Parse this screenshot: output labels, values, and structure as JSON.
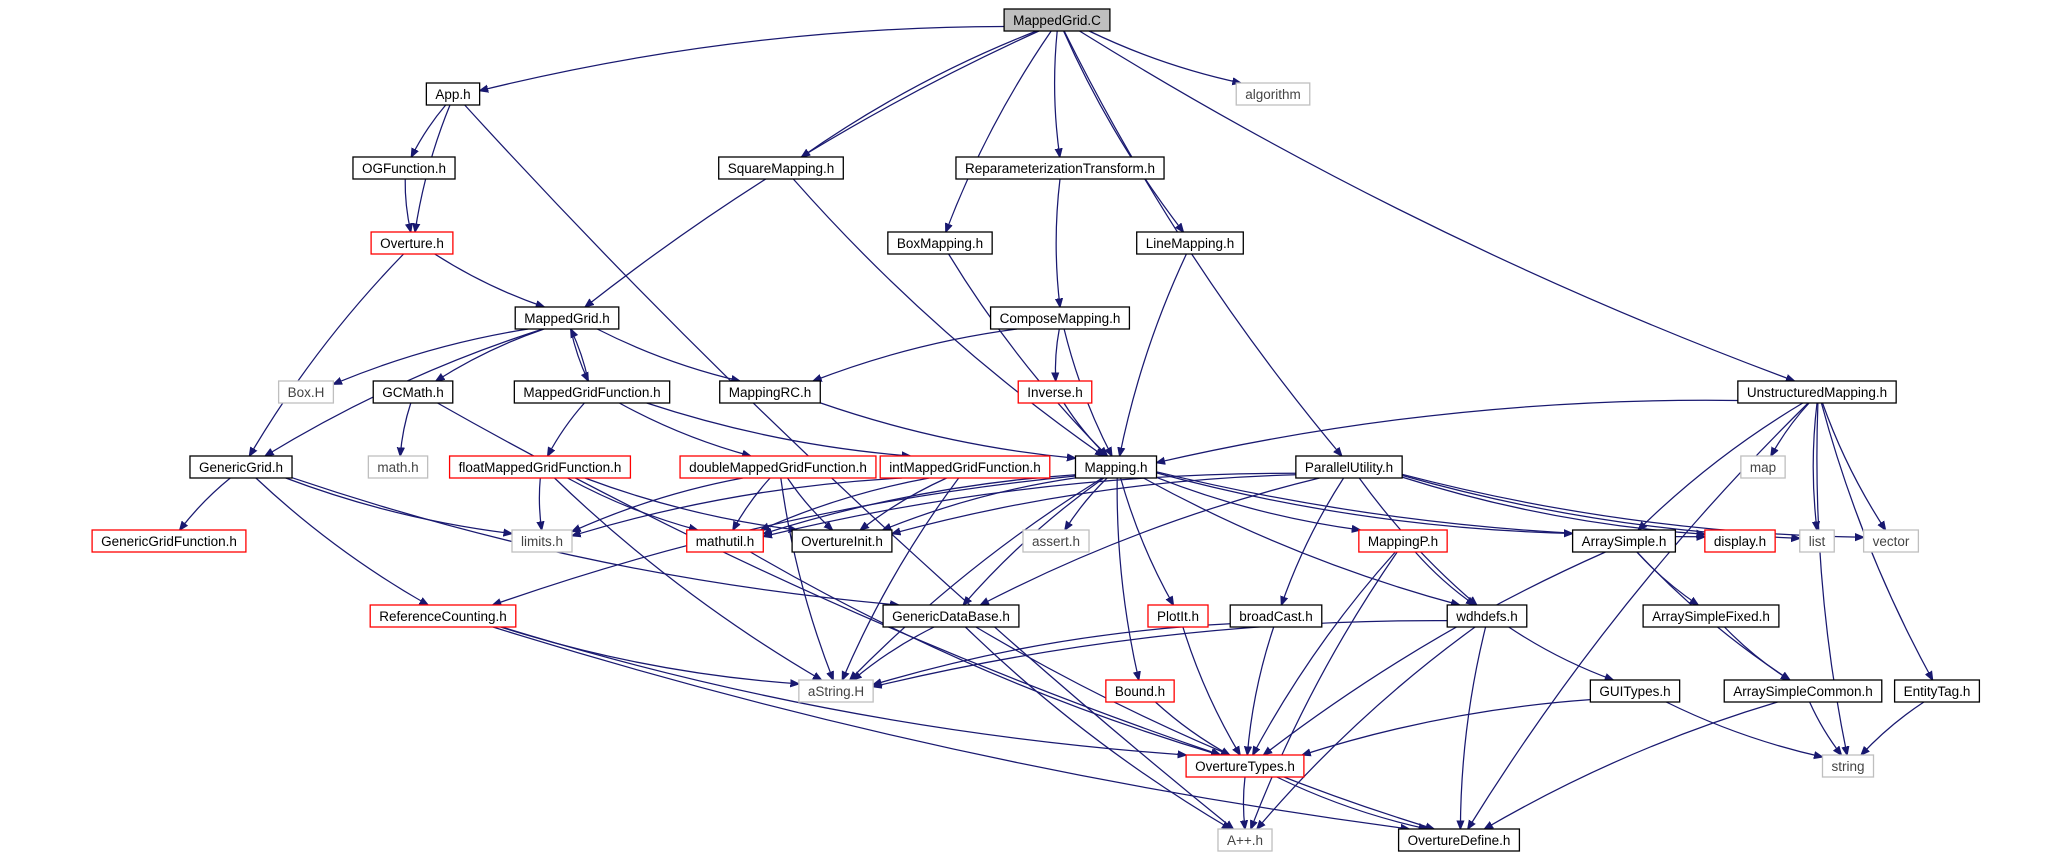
{
  "graph": {
    "kind": "include-dependency-graph",
    "edge_color": "#191970",
    "nodes": [
      {
        "id": "MappedGrid.C",
        "label": "MappedGrid.C",
        "style": "root",
        "interactable": false
      },
      {
        "id": "App.h",
        "label": "App.h",
        "style": "black",
        "interactable": true
      },
      {
        "id": "algorithm",
        "label": "algorithm",
        "style": "grey",
        "interactable": false
      },
      {
        "id": "OGFunction.h",
        "label": "OGFunction.h",
        "style": "black",
        "interactable": true
      },
      {
        "id": "SquareMapping.h",
        "label": "SquareMapping.h",
        "style": "black",
        "interactable": true
      },
      {
        "id": "ReparameterizationTransform.h",
        "label": "ReparameterizationTransform.h",
        "style": "black",
        "interactable": true
      },
      {
        "id": "Overture.h",
        "label": "Overture.h",
        "style": "red",
        "interactable": true
      },
      {
        "id": "BoxMapping.h",
        "label": "BoxMapping.h",
        "style": "black",
        "interactable": true
      },
      {
        "id": "LineMapping.h",
        "label": "LineMapping.h",
        "style": "black",
        "interactable": true
      },
      {
        "id": "MappedGrid.h",
        "label": "MappedGrid.h",
        "style": "black",
        "interactable": true
      },
      {
        "id": "ComposeMapping.h",
        "label": "ComposeMapping.h",
        "style": "black",
        "interactable": true
      },
      {
        "id": "Box.H",
        "label": "Box.H",
        "style": "grey",
        "interactable": false
      },
      {
        "id": "GCMath.h",
        "label": "GCMath.h",
        "style": "black",
        "interactable": true
      },
      {
        "id": "MappedGridFunction.h",
        "label": "MappedGridFunction.h",
        "style": "black",
        "interactable": true
      },
      {
        "id": "MappingRC.h",
        "label": "MappingRC.h",
        "style": "black",
        "interactable": true
      },
      {
        "id": "Inverse.h",
        "label": "Inverse.h",
        "style": "red",
        "interactable": true
      },
      {
        "id": "UnstructuredMapping.h",
        "label": "UnstructuredMapping.h",
        "style": "black",
        "interactable": true
      },
      {
        "id": "GenericGrid.h",
        "label": "GenericGrid.h",
        "style": "black",
        "interactable": true
      },
      {
        "id": "math.h",
        "label": "math.h",
        "style": "grey",
        "interactable": false
      },
      {
        "id": "floatMappedGridFunction.h",
        "label": "floatMappedGridFunction.h",
        "style": "red",
        "interactable": true
      },
      {
        "id": "doubleMappedGridFunction.h",
        "label": "doubleMappedGridFunction.h",
        "style": "red",
        "interactable": true
      },
      {
        "id": "intMappedGridFunction.h",
        "label": "intMappedGridFunction.h",
        "style": "red",
        "interactable": true
      },
      {
        "id": "Mapping.h",
        "label": "Mapping.h",
        "style": "black",
        "interactable": true
      },
      {
        "id": "ParallelUtility.h",
        "label": "ParallelUtility.h",
        "style": "black",
        "interactable": true
      },
      {
        "id": "map",
        "label": "map",
        "style": "grey",
        "interactable": false
      },
      {
        "id": "GenericGridFunction.h",
        "label": "GenericGridFunction.h",
        "style": "red",
        "interactable": true
      },
      {
        "id": "limits.h",
        "label": "limits.h",
        "style": "grey",
        "interactable": false
      },
      {
        "id": "mathutil.h",
        "label": "mathutil.h",
        "style": "red",
        "interactable": true
      },
      {
        "id": "OvertureInit.h",
        "label": "OvertureInit.h",
        "style": "black",
        "interactable": true
      },
      {
        "id": "assert.h",
        "label": "assert.h",
        "style": "grey",
        "interactable": false
      },
      {
        "id": "MappingP.h",
        "label": "MappingP.h",
        "style": "red",
        "interactable": true
      },
      {
        "id": "ArraySimple.h",
        "label": "ArraySimple.h",
        "style": "black",
        "interactable": true
      },
      {
        "id": "display.h",
        "label": "display.h",
        "style": "red",
        "interactable": true
      },
      {
        "id": "list",
        "label": "list",
        "style": "grey",
        "interactable": false
      },
      {
        "id": "vector",
        "label": "vector",
        "style": "grey",
        "interactable": false
      },
      {
        "id": "ReferenceCounting.h",
        "label": "ReferenceCounting.h",
        "style": "red",
        "interactable": true
      },
      {
        "id": "GenericDataBase.h",
        "label": "GenericDataBase.h",
        "style": "black",
        "interactable": true
      },
      {
        "id": "PlotIt.h",
        "label": "PlotIt.h",
        "style": "red",
        "interactable": true
      },
      {
        "id": "broadCast.h",
        "label": "broadCast.h",
        "style": "black",
        "interactable": true
      },
      {
        "id": "wdhdefs.h",
        "label": "wdhdefs.h",
        "style": "black",
        "interactable": true
      },
      {
        "id": "ArraySimpleFixed.h",
        "label": "ArraySimpleFixed.h",
        "style": "black",
        "interactable": true
      },
      {
        "id": "aString.H",
        "label": "aString.H",
        "style": "grey",
        "interactable": false
      },
      {
        "id": "Bound.h",
        "label": "Bound.h",
        "style": "red",
        "interactable": true
      },
      {
        "id": "GUITypes.h",
        "label": "GUITypes.h",
        "style": "black",
        "interactable": true
      },
      {
        "id": "ArraySimpleCommon.h",
        "label": "ArraySimpleCommon.h",
        "style": "black",
        "interactable": true
      },
      {
        "id": "EntityTag.h",
        "label": "EntityTag.h",
        "style": "black",
        "interactable": true
      },
      {
        "id": "OvertureTypes.h",
        "label": "OvertureTypes.h",
        "style": "red",
        "interactable": true
      },
      {
        "id": "string",
        "label": "string",
        "style": "grey",
        "interactable": false
      },
      {
        "id": "A++.h",
        "label": "A++.h",
        "style": "grey",
        "interactable": false
      },
      {
        "id": "OvertureDefine.h",
        "label": "OvertureDefine.h",
        "style": "black",
        "interactable": true
      }
    ],
    "edges": [
      [
        "MappedGrid.C",
        "App.h"
      ],
      [
        "MappedGrid.C",
        "MappedGrid.h"
      ],
      [
        "MappedGrid.C",
        "SquareMapping.h"
      ],
      [
        "MappedGrid.C",
        "BoxMapping.h"
      ],
      [
        "MappedGrid.C",
        "ReparameterizationTransform.h"
      ],
      [
        "MappedGrid.C",
        "LineMapping.h"
      ],
      [
        "MappedGrid.C",
        "algorithm"
      ],
      [
        "MappedGrid.C",
        "ParallelUtility.h"
      ],
      [
        "MappedGrid.C",
        "UnstructuredMapping.h"
      ],
      [
        "App.h",
        "OGFunction.h"
      ],
      [
        "App.h",
        "Overture.h"
      ],
      [
        "App.h",
        "A++.h"
      ],
      [
        "OGFunction.h",
        "Overture.h"
      ],
      [
        "Overture.h",
        "MappedGrid.h"
      ],
      [
        "Overture.h",
        "GenericGrid.h"
      ],
      [
        "SquareMapping.h",
        "Mapping.h"
      ],
      [
        "BoxMapping.h",
        "Mapping.h"
      ],
      [
        "LineMapping.h",
        "Mapping.h"
      ],
      [
        "ReparameterizationTransform.h",
        "ComposeMapping.h"
      ],
      [
        "ComposeMapping.h",
        "Inverse.h"
      ],
      [
        "ComposeMapping.h",
        "Mapping.h"
      ],
      [
        "ComposeMapping.h",
        "MappingRC.h"
      ],
      [
        "Inverse.h",
        "Mapping.h"
      ],
      [
        "MappedGrid.h",
        "Box.H"
      ],
      [
        "MappedGrid.h",
        "GCMath.h"
      ],
      [
        "MappedGrid.h",
        "MappedGridFunction.h"
      ],
      [
        "MappedGrid.h",
        "MappingRC.h"
      ],
      [
        "MappedGrid.h",
        "GenericGrid.h"
      ],
      [
        "MappedGridFunction.h",
        "MappedGrid.h"
      ],
      [
        "MappedGridFunction.h",
        "floatMappedGridFunction.h"
      ],
      [
        "MappedGridFunction.h",
        "doubleMappedGridFunction.h"
      ],
      [
        "MappedGridFunction.h",
        "intMappedGridFunction.h"
      ],
      [
        "MappingRC.h",
        "Mapping.h"
      ],
      [
        "GCMath.h",
        "math.h"
      ],
      [
        "GCMath.h",
        "OvertureTypes.h"
      ],
      [
        "GenericGrid.h",
        "GenericGridFunction.h"
      ],
      [
        "GenericGrid.h",
        "limits.h"
      ],
      [
        "GenericGrid.h",
        "ReferenceCounting.h"
      ],
      [
        "GenericGrid.h",
        "GenericDataBase.h"
      ],
      [
        "floatMappedGridFunction.h",
        "limits.h"
      ],
      [
        "floatMappedGridFunction.h",
        "mathutil.h"
      ],
      [
        "floatMappedGridFunction.h",
        "OvertureInit.h"
      ],
      [
        "floatMappedGridFunction.h",
        "aString.H"
      ],
      [
        "doubleMappedGridFunction.h",
        "limits.h"
      ],
      [
        "doubleMappedGridFunction.h",
        "mathutil.h"
      ],
      [
        "doubleMappedGridFunction.h",
        "OvertureInit.h"
      ],
      [
        "doubleMappedGridFunction.h",
        "aString.H"
      ],
      [
        "intMappedGridFunction.h",
        "limits.h"
      ],
      [
        "intMappedGridFunction.h",
        "mathutil.h"
      ],
      [
        "intMappedGridFunction.h",
        "OvertureInit.h"
      ],
      [
        "intMappedGridFunction.h",
        "aString.H"
      ],
      [
        "Mapping.h",
        "mathutil.h"
      ],
      [
        "Mapping.h",
        "OvertureInit.h"
      ],
      [
        "Mapping.h",
        "assert.h"
      ],
      [
        "Mapping.h",
        "MappingP.h"
      ],
      [
        "Mapping.h",
        "ArraySimple.h"
      ],
      [
        "Mapping.h",
        "display.h"
      ],
      [
        "Mapping.h",
        "ReferenceCounting.h"
      ],
      [
        "Mapping.h",
        "GenericDataBase.h"
      ],
      [
        "Mapping.h",
        "PlotIt.h"
      ],
      [
        "Mapping.h",
        "Bound.h"
      ],
      [
        "Mapping.h",
        "wdhdefs.h"
      ],
      [
        "Mapping.h",
        "aString.H"
      ],
      [
        "ParallelUtility.h",
        "mathutil.h"
      ],
      [
        "ParallelUtility.h",
        "OvertureInit.h"
      ],
      [
        "ParallelUtility.h",
        "GenericDataBase.h"
      ],
      [
        "ParallelUtility.h",
        "broadCast.h"
      ],
      [
        "ParallelUtility.h",
        "wdhdefs.h"
      ],
      [
        "ParallelUtility.h",
        "display.h"
      ],
      [
        "ParallelUtility.h",
        "list"
      ],
      [
        "ParallelUtility.h",
        "vector"
      ],
      [
        "UnstructuredMapping.h",
        "Mapping.h"
      ],
      [
        "UnstructuredMapping.h",
        "map"
      ],
      [
        "UnstructuredMapping.h",
        "ArraySimple.h"
      ],
      [
        "UnstructuredMapping.h",
        "list"
      ],
      [
        "UnstructuredMapping.h",
        "vector"
      ],
      [
        "UnstructuredMapping.h",
        "EntityTag.h"
      ],
      [
        "UnstructuredMapping.h",
        "string"
      ],
      [
        "UnstructuredMapping.h",
        "OvertureDefine.h"
      ],
      [
        "mathutil.h",
        "OvertureTypes.h"
      ],
      [
        "MappingP.h",
        "wdhdefs.h"
      ],
      [
        "MappingP.h",
        "OvertureTypes.h"
      ],
      [
        "MappingP.h",
        "A++.h"
      ],
      [
        "ArraySimple.h",
        "ArraySimpleFixed.h"
      ],
      [
        "ArraySimple.h",
        "ArraySimpleCommon.h"
      ],
      [
        "ArraySimple.h",
        "OvertureTypes.h"
      ],
      [
        "ArraySimpleFixed.h",
        "ArraySimpleCommon.h"
      ],
      [
        "ArraySimpleCommon.h",
        "string"
      ],
      [
        "ArraySimpleCommon.h",
        "OvertureDefine.h"
      ],
      [
        "EntityTag.h",
        "string"
      ],
      [
        "ReferenceCounting.h",
        "aString.H"
      ],
      [
        "ReferenceCounting.h",
        "OvertureTypes.h"
      ],
      [
        "ReferenceCounting.h",
        "OvertureDefine.h"
      ],
      [
        "GenericDataBase.h",
        "aString.H"
      ],
      [
        "GenericDataBase.h",
        "A++.h"
      ],
      [
        "GenericDataBase.h",
        "OvertureDefine.h"
      ],
      [
        "PlotIt.h",
        "OvertureTypes.h"
      ],
      [
        "broadCast.h",
        "aString.H"
      ],
      [
        "broadCast.h",
        "OvertureTypes.h"
      ],
      [
        "wdhdefs.h",
        "aString.H"
      ],
      [
        "wdhdefs.h",
        "GUITypes.h"
      ],
      [
        "wdhdefs.h",
        "A++.h"
      ],
      [
        "wdhdefs.h",
        "OvertureDefine.h"
      ],
      [
        "Bound.h",
        "OvertureTypes.h"
      ],
      [
        "GUITypes.h",
        "OvertureTypes.h"
      ],
      [
        "GUITypes.h",
        "string"
      ],
      [
        "OvertureTypes.h",
        "A++.h"
      ],
      [
        "OvertureTypes.h",
        "OvertureDefine.h"
      ]
    ]
  },
  "colors": {
    "root_fill": "#bfbfbf",
    "black_stroke": "#000000",
    "red_stroke": "#ff0000",
    "grey_stroke": "#bfbfbf",
    "edge": "#191970"
  }
}
